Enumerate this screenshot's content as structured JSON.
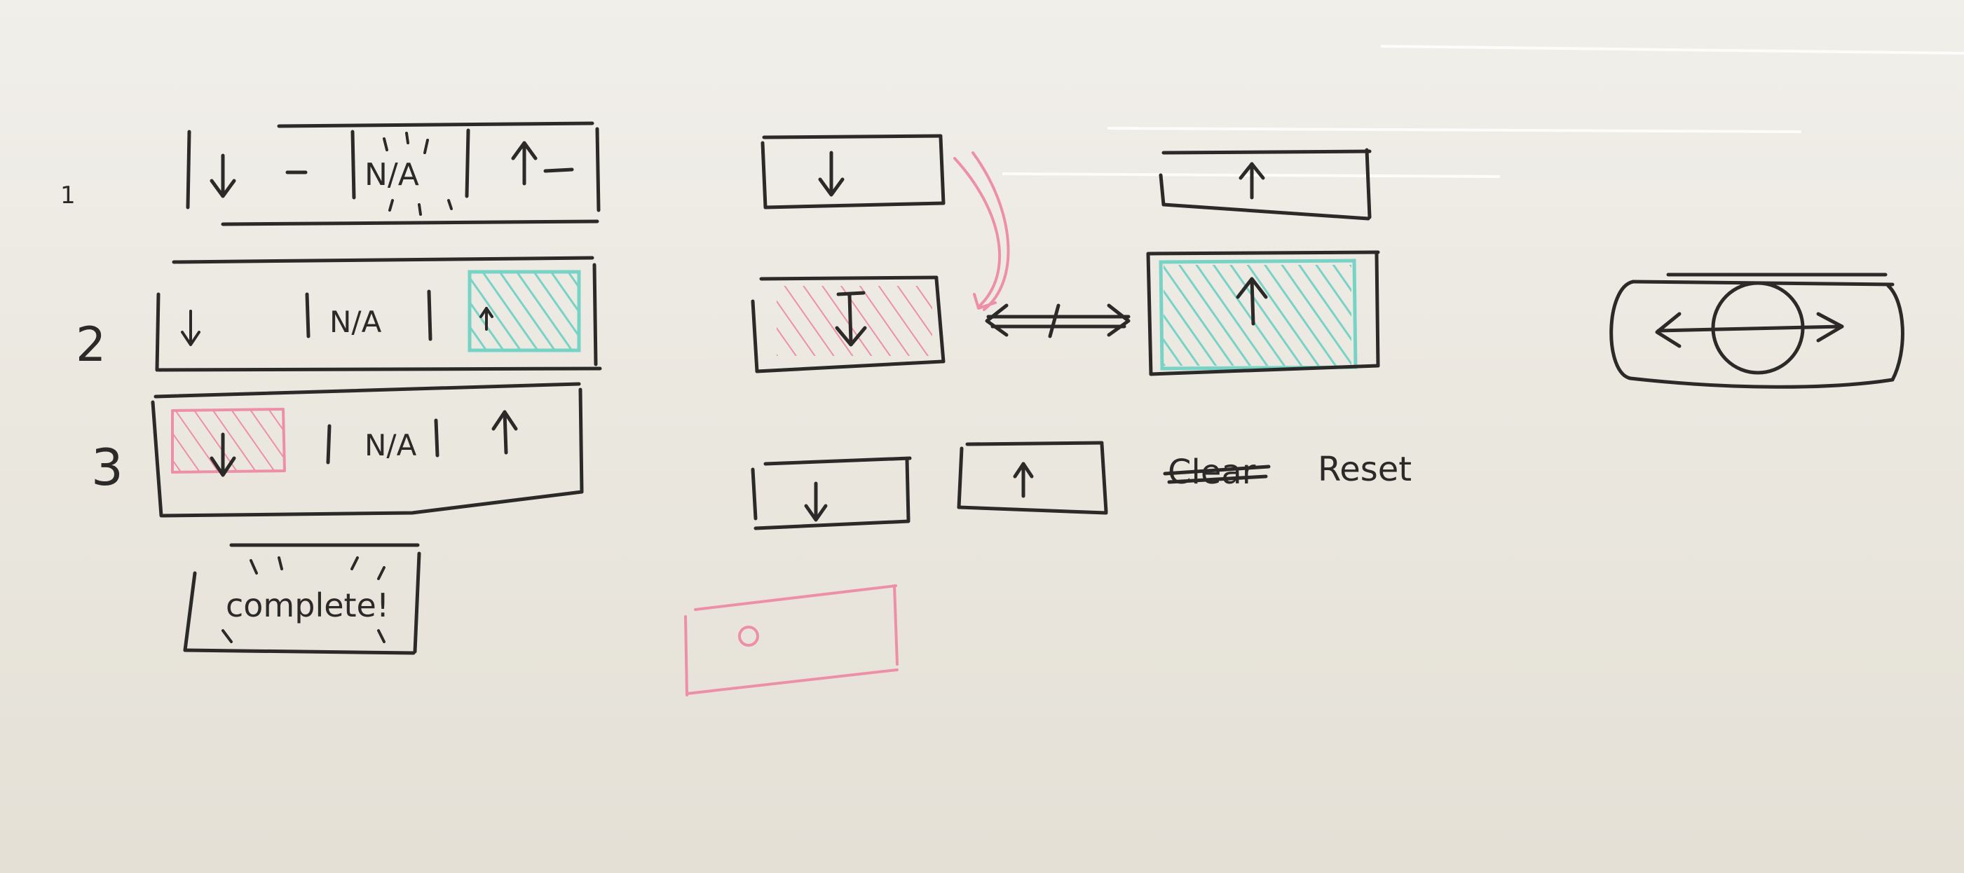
{
  "whiteboard": {
    "row_numbers": [
      "1",
      "2",
      "3"
    ],
    "na_text": "N/A",
    "complete_text": "complete!",
    "clear_text": "Clear",
    "reset_text": "Reset",
    "marker_colors": {
      "black": "#2b2a28",
      "pink": "#ee8fa8",
      "teal": "#77d3c6"
    }
  }
}
